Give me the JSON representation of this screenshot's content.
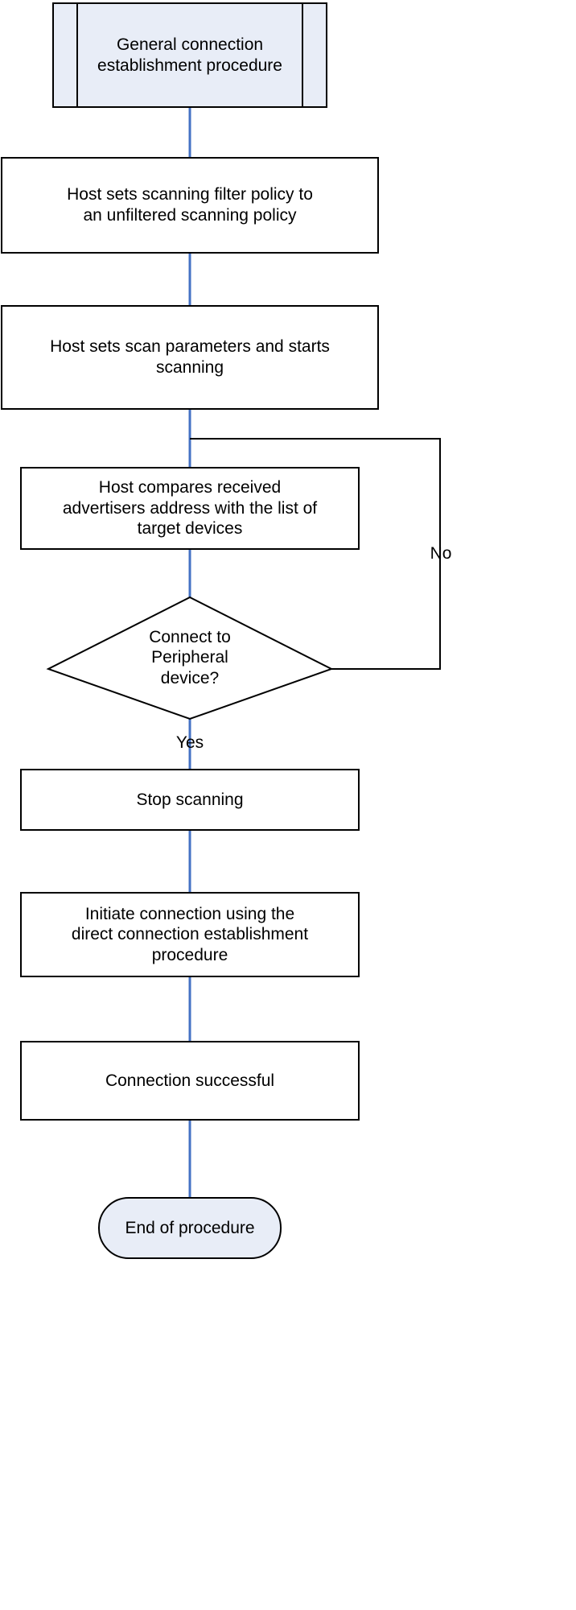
{
  "diagram": {
    "title": "General connection establishment procedure flowchart",
    "colors": {
      "connector": "#4472C4",
      "node_stroke": "#000000",
      "node_fill": "#ffffff",
      "terminal_fill": "#e8edf7",
      "predefined_fill": "#e8edf7"
    },
    "nodes": [
      {
        "id": "start",
        "shape": "predefined-process",
        "line1": "General connection",
        "line2": "establishment procedure",
        "bold_first_line": true
      },
      {
        "id": "set-filter-policy",
        "shape": "process",
        "text": "Host sets scanning filter policy to\nan unfiltered scanning policy"
      },
      {
        "id": "set-scan-parameters",
        "shape": "process",
        "text": "Host sets scan parameters and starts\nscanning"
      },
      {
        "id": "compare-address",
        "shape": "process",
        "text": "Host compares received\nadvertisers address with the list of\ntarget devices"
      },
      {
        "id": "connect-decision",
        "shape": "decision",
        "text": "Connect to\nPeripheral\ndevice?"
      },
      {
        "id": "stop-scanning",
        "shape": "process",
        "text": "Stop scanning"
      },
      {
        "id": "initiate-connection",
        "shape": "process",
        "text": "Initiate connection using the\ndirect connection establishment\nprocedure"
      },
      {
        "id": "connection-successful",
        "shape": "process",
        "text": "Connection successful"
      },
      {
        "id": "end",
        "shape": "terminator",
        "text": "End of procedure"
      }
    ],
    "edge_labels": {
      "no": "No",
      "yes": "Yes"
    }
  }
}
